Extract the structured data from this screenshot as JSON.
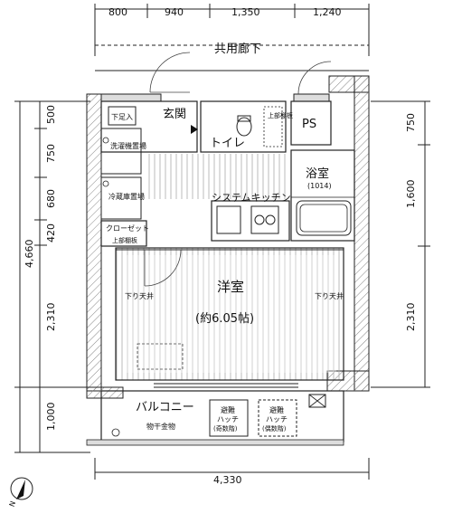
{
  "dimensions": {
    "top": [
      "800",
      "940",
      "1,350",
      "1,240"
    ],
    "bottom": "4,330",
    "left_total": "4,660",
    "left": [
      "500",
      "750",
      "680",
      "420",
      "2,310",
      "1,000"
    ],
    "right": [
      "750",
      "1,600",
      "2,310"
    ]
  },
  "labels": {
    "corridor": "共用廊下",
    "ps": "PS",
    "entrance": "玄関",
    "shoe_storage": "下足入",
    "toilet": "トイレ",
    "upper_cabinet_1": "上部棚板",
    "upper_cabinet_2": "上部棚板",
    "laundry": "洗濯機置場",
    "fridge": "冷蔵庫置場",
    "closet": "クローゼット",
    "bath": "浴室",
    "bath_size": "(1014)",
    "kitchen": "システムキッチン",
    "room": "洋室",
    "room_size": "(約6.05帖)",
    "ceiling_left": "下り天井",
    "ceiling_right": "下り天井",
    "balcony": "バルコニー",
    "hatch1_a": "避難",
    "hatch1_b": "ハッチ",
    "hatch1_c": "(奇数階)",
    "hatch2_a": "避難",
    "hatch2_b": "ハッチ",
    "hatch2_c": "(偶数階)",
    "laundry_pole": "物干金物",
    "north": "N"
  }
}
